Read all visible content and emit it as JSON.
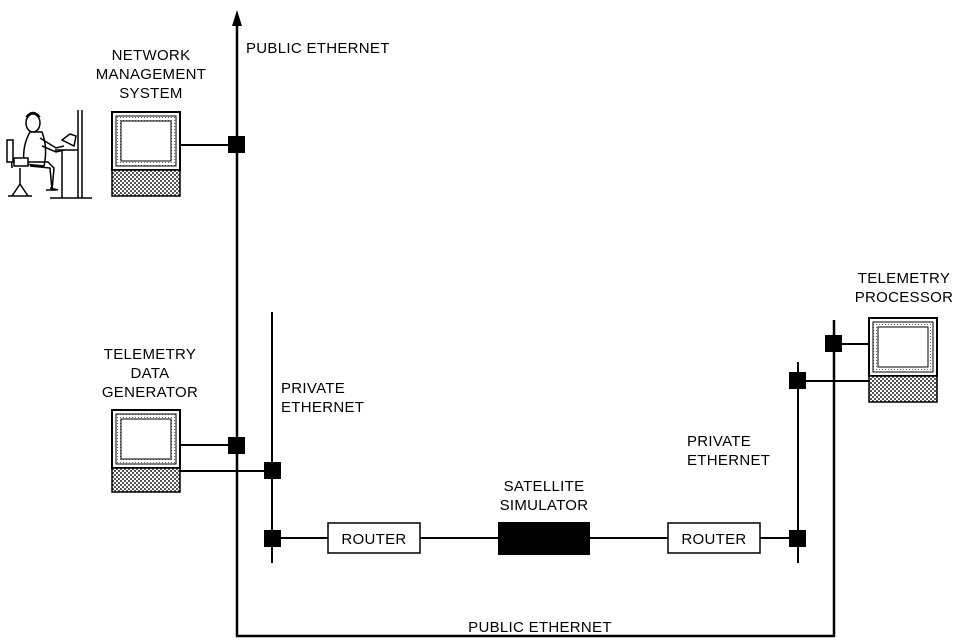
{
  "labels": {
    "public_ethernet_top": "PUBLIC ETHERNET",
    "public_ethernet_bottom": "PUBLIC ETHERNET",
    "network_management_system": "NETWORK\nMANAGEMENT\nSYSTEM",
    "telemetry_data_generator": "TELEMETRY\nDATA\nGENERATOR",
    "telemetry_processor": "TELEMETRY\nPROCESSOR",
    "private_ethernet_left": "PRIVATE\nETHERNET",
    "private_ethernet_right": "PRIVATE\nETHERNET",
    "satellite_simulator": "SATELLITE\nSIMULATOR",
    "router_left": "ROUTER",
    "router_right": "ROUTER"
  }
}
